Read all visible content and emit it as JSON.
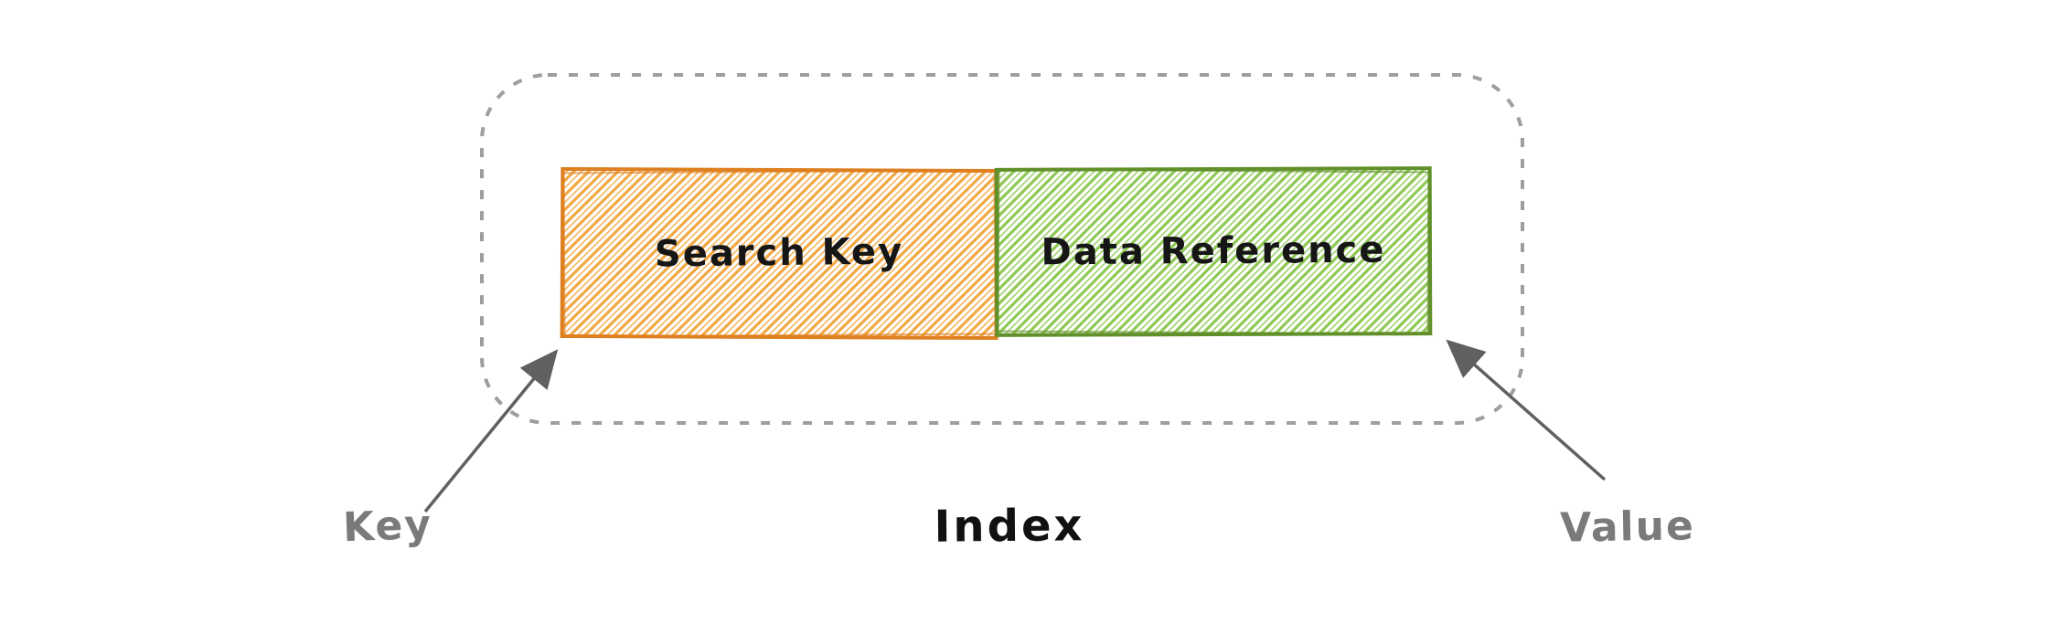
{
  "diagram": {
    "index_label": "Index",
    "container": {
      "border_color": "#9e9e9e"
    },
    "boxes": [
      {
        "id": "search-key",
        "label": "Search Key",
        "stroke_color": "#de7f20",
        "hatch_color": "#f2a742",
        "text_color": "#161616"
      },
      {
        "id": "data-reference",
        "label": "Data Reference",
        "stroke_color": "#61902a",
        "hatch_color": "#8dc852",
        "text_color": "#161616"
      }
    ],
    "callouts": [
      {
        "id": "key",
        "label": "Key",
        "points_to": "Search Key"
      },
      {
        "id": "value",
        "label": "Value",
        "points_to": "Data Reference"
      }
    ],
    "callout_text_color": "#7a7a7a",
    "arrow_color": "#606060"
  }
}
